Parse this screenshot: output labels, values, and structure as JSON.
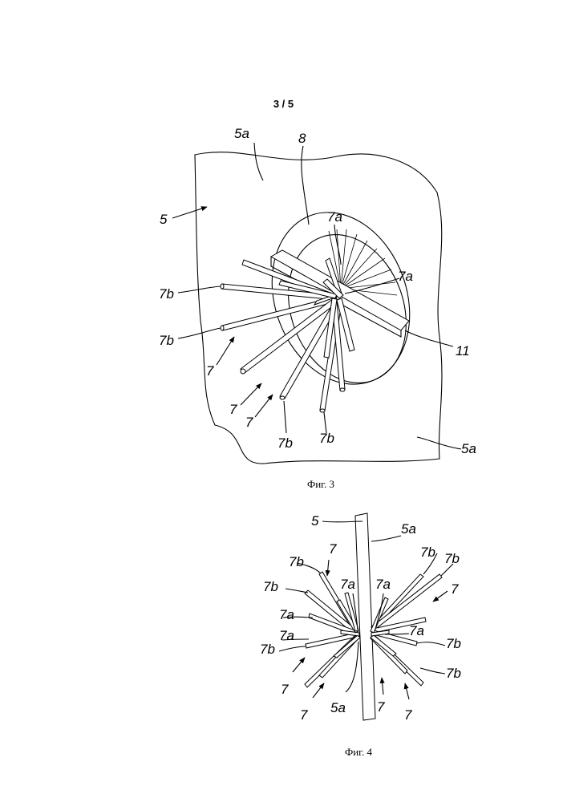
{
  "sheet": {
    "page_number": "3 / 5"
  },
  "figure3": {
    "caption": "Фиг. 3",
    "labels": {
      "panel": "5",
      "surface_top": "5a",
      "surface_bottom": "5a",
      "hole": "8",
      "strip": "11",
      "inner_end_top": "7a",
      "inner_end_right": "7a",
      "outer_end_1": "7b",
      "outer_end_2": "7b",
      "outer_end_3": "7b",
      "outer_end_4": "7b",
      "fiber_1": "7",
      "fiber_2": "7",
      "fiber_3": "7"
    }
  },
  "figure4": {
    "caption": "Фиг. 4",
    "labels": {
      "panel": "5",
      "surface_top": "5a",
      "surface_bottom": "5a",
      "l_7b_1": "7b",
      "l_7b_2": "7b",
      "l_7b_3": "7b",
      "l_7_1": "7",
      "l_7_2": "7",
      "l_7_3": "7",
      "l_7a_1": "7a",
      "l_7a_2": "7a",
      "l_7a_3": "7a",
      "r_7b_1": "7b",
      "r_7b_2": "7b",
      "r_7b_3": "7b",
      "r_7b_4": "7b",
      "r_7_1": "7",
      "r_7_2": "7",
      "r_7_3": "7",
      "r_7a_1": "7a",
      "r_7a_2": "7a"
    }
  }
}
